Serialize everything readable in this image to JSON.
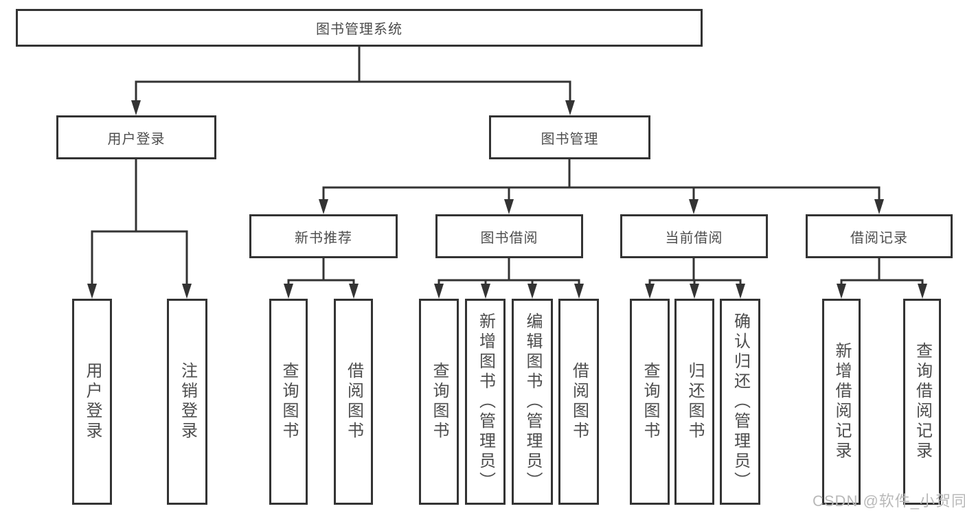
{
  "diagram": {
    "root": {
      "label": "图书管理系统"
    },
    "level2": {
      "user_login": {
        "label": "用户登录"
      },
      "book_mgmt": {
        "label": "图书管理"
      }
    },
    "level3": {
      "new_book": {
        "label": "新书推荐"
      },
      "borrow": {
        "label": "图书借阅"
      },
      "current": {
        "label": "当前借阅"
      },
      "records": {
        "label": "借阅记录"
      }
    },
    "leaves": {
      "user_login": [
        "用户登录",
        "注销登录"
      ],
      "new_book": [
        "查询图书",
        "借阅图书"
      ],
      "borrow": [
        "查询图书",
        "新增图书（管理员）",
        "编辑图书（管理员）",
        "借阅图书"
      ],
      "current": [
        "查询图书",
        "归还图书",
        "确认归还（管理员）"
      ],
      "records": [
        "新增借阅记录",
        "查询借阅记录"
      ]
    }
  },
  "watermark": "CSDN @软件_小贺同学",
  "colors": {
    "line": "#333333",
    "text": "#4d4d4d",
    "watermark": "#b9b9b9",
    "background": "#ffffff"
  }
}
